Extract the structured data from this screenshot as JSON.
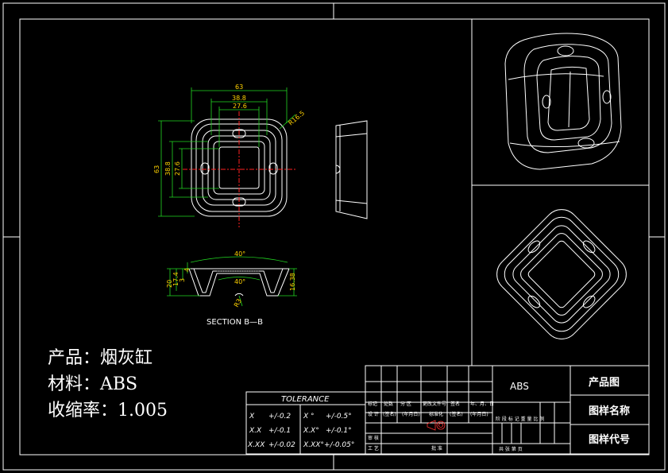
{
  "notes": {
    "product": "产品：烟灰缸",
    "material": "材料：ABS",
    "shrinkage": "收缩率：1.005"
  },
  "dimensions": {
    "top_outer": "63",
    "top_mid": "38.8",
    "top_inner": "27.6",
    "radius": "R16.5",
    "left_outer": "63",
    "left_mid": "38.8",
    "left_inner": "27.6",
    "angle_top": "40°",
    "angle_inner": "40°",
    "depth_a": "20",
    "depth_b": "17.4",
    "depth_c": "3",
    "depth_d": "4",
    "height_right": "16.38",
    "r_bottom": "R3"
  },
  "section_label": "SECTION B—B",
  "tolerance": {
    "header": "TOLERANCE",
    "rows": [
      {
        "a": "X",
        "av": "+/-0.2",
        "b": "X °",
        "bv": "+/-0.5°"
      },
      {
        "a": "X.X",
        "av": "+/-0.1",
        "b": "X.X°",
        "bv": "+/-0.1°"
      },
      {
        "a": "X.XX",
        "av": "+/-0.02",
        "b": "X.XX°",
        "bv": "+/-0.05°"
      }
    ]
  },
  "title_block": {
    "material_code": "ABS",
    "drawing_type": "产品图",
    "drawing_name": "图样名称",
    "drawing_code": "图样代号",
    "rev_headers": [
      "标记",
      "处数",
      "分 区",
      "更改文件号",
      "签名",
      "年、月、日"
    ],
    "role_row": [
      "设 计",
      "(签名)",
      "(年月日)",
      "标准化",
      "(签名)",
      "(年月日)"
    ],
    "check": "审 核",
    "process": "工 艺",
    "approve": "批 准",
    "stage_row": "阶 段 标 记   重 量   比 例",
    "sheets_row": "共    张    第    页"
  }
}
